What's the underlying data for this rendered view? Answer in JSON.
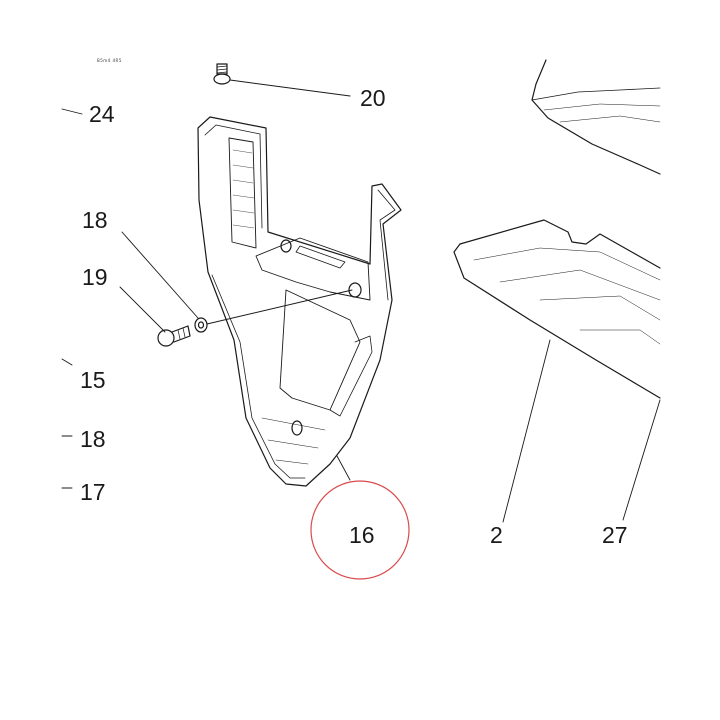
{
  "drawing_code": "B5m4 4R5",
  "callouts": {
    "c24": "24",
    "c20": "20",
    "c18a": "18",
    "c19": "19",
    "c15": "15",
    "c18b": "18",
    "c17": "17",
    "c16": "16",
    "c2": "2",
    "c27": "27"
  },
  "colors": {
    "line": "#1a1a1a",
    "highlight_circle": "#d94a4a"
  }
}
